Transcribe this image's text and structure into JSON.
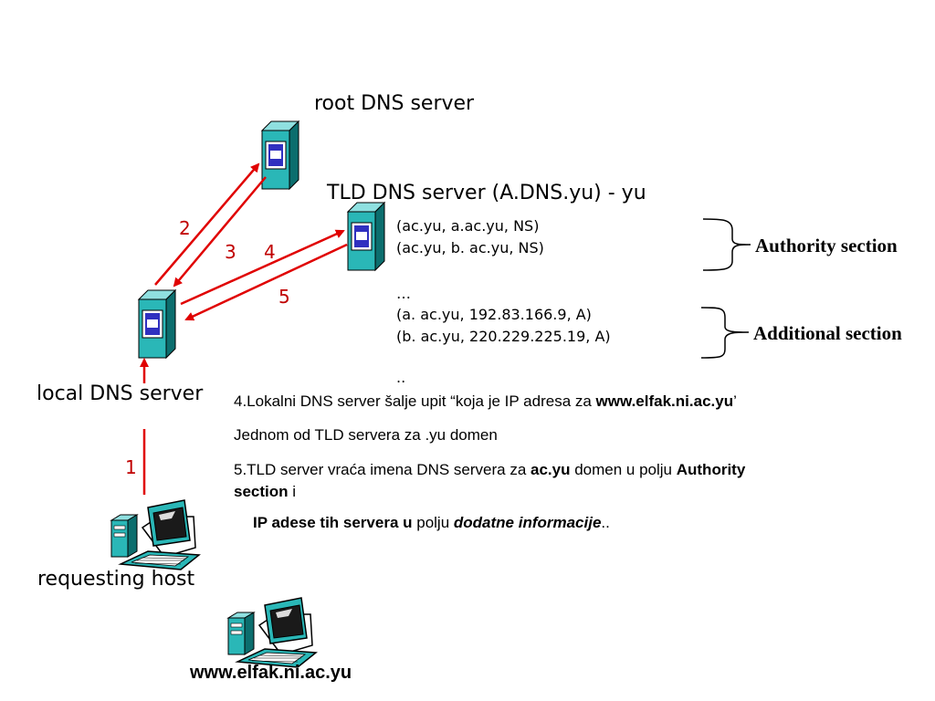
{
  "nodes": {
    "root": "root DNS server",
    "tld": "TLD DNS server (A.DNS.yu) - yu",
    "local": "local DNS server",
    "host": "requesting host",
    "target": "www.elfak.ni.ac.yu"
  },
  "steps": [
    "1",
    "2",
    "3",
    "4",
    "5"
  ],
  "authority_records": [
    "(ac.yu, a.ac.yu, NS)",
    "(ac.yu, b. ac.yu, NS)"
  ],
  "ellipsis_top": "…",
  "additional_records": [
    "(a. ac.yu, 192.83.166.9, A)",
    "(b. ac.yu, 220.229.225.19, A)"
  ],
  "ellipsis_bottom": "..",
  "sections": {
    "authority": "Authority section",
    "additional": "Additional section"
  },
  "paragraphs": {
    "p1_text": "4.Lokalni DNS server šalje upit “koja je IP adresa za ",
    "p1_bold": "www.elfak.ni.ac.yu",
    "p1_end": "’",
    "p2": "Jednom od TLD servera za .yu domen",
    "p3_a": "5.TLD server vraća imena DNS servera za ",
    "p3_b": "ac.yu",
    "p3_c": " domen u polju  ",
    "p3_d": "Authority",
    "p3_e": "section",
    "p3_f": " i",
    "p4_a": "IP adese tih servera u",
    "p4_b": "  polju ",
    "p4_c": "dodatne informacije",
    "p4_d": ".."
  },
  "colors": {
    "arrow": "#e00000",
    "server_body": "#2ab7b7",
    "server_dark": "#0c6e6e",
    "screen_blue": "#3030c0"
  }
}
